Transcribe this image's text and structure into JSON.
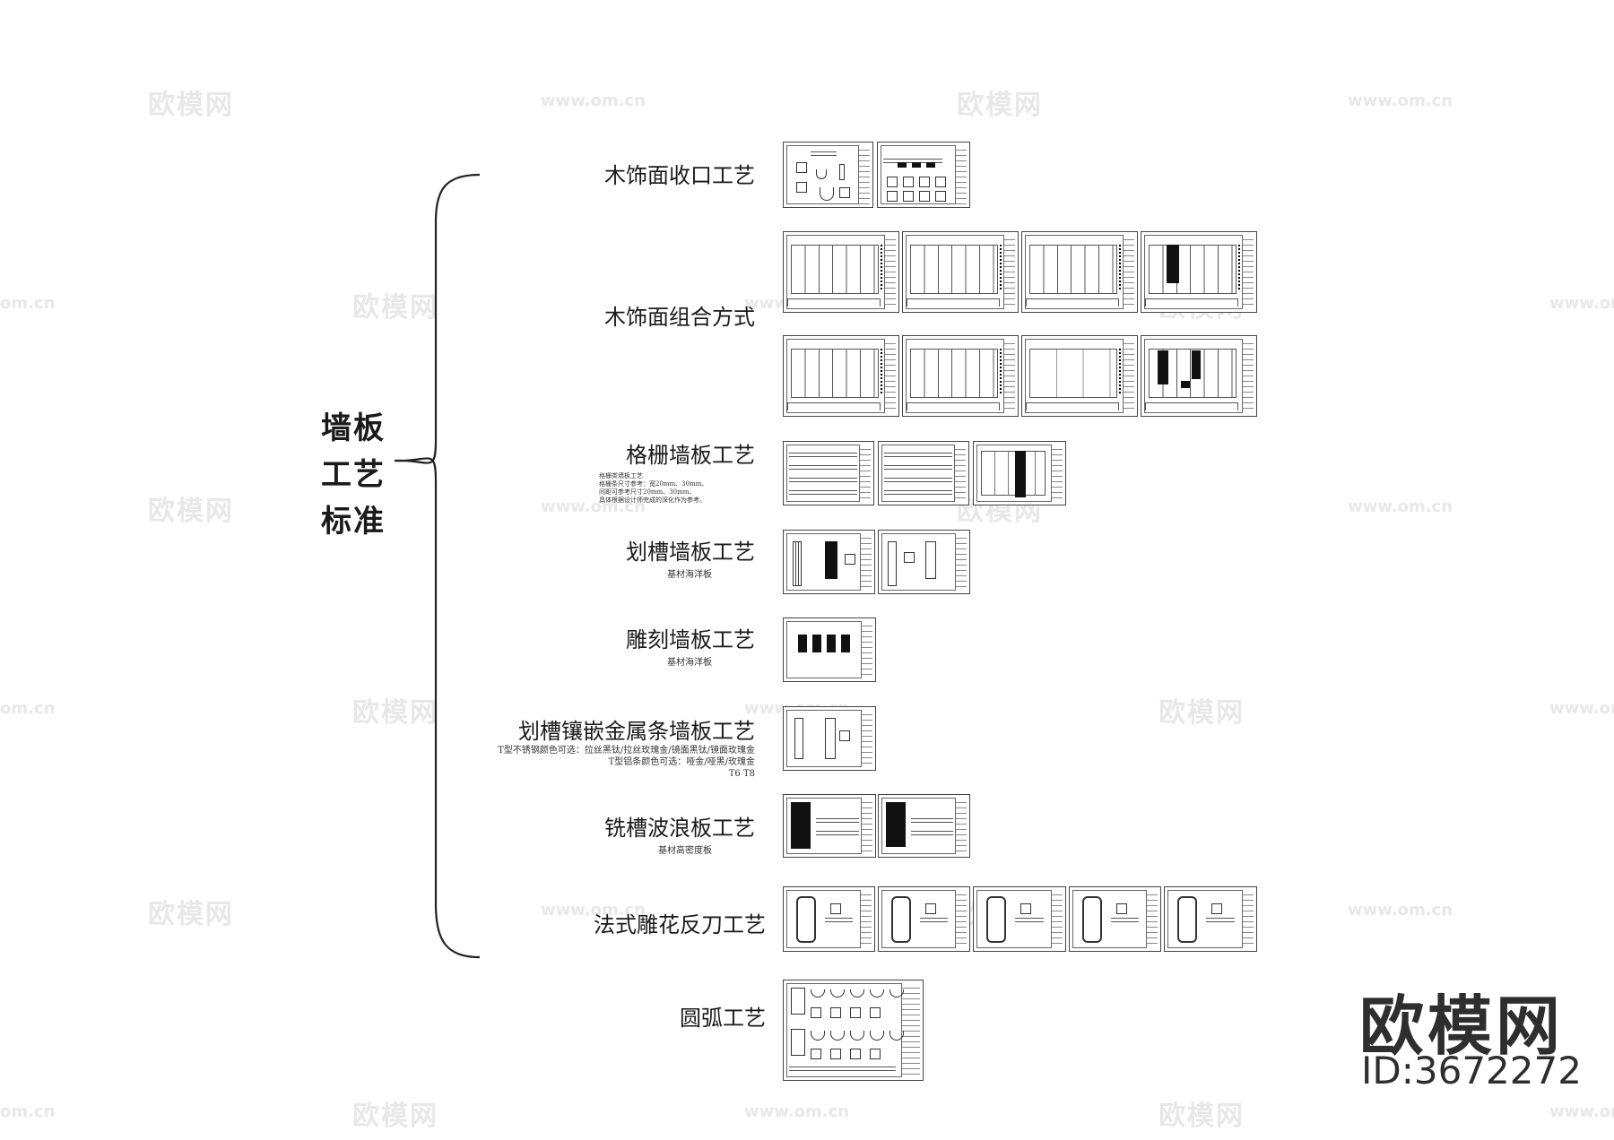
{
  "root_title": [
    "墙板",
    "工艺",
    "标准"
  ],
  "watermark": {
    "brand": "欧模网",
    "url": "www.om.cn",
    "url_edge": "om.cn"
  },
  "branches": [
    {
      "id": "wood-edge",
      "title": "木饰面收口工艺"
    },
    {
      "id": "wood-combo",
      "title": "木饰面组合方式"
    },
    {
      "id": "grille",
      "title": "格栅墙板工艺",
      "notes": [
        "格栅类墙板工艺",
        "格栅条尺寸参考：宽20mm、30mm、",
        "间距可参考尺寸20mm、30mm、",
        "具体根据设计师完成的深化作为参考。"
      ]
    },
    {
      "id": "groove",
      "title": "划槽墙板工艺",
      "notes": [
        "基材海洋板"
      ]
    },
    {
      "id": "carve",
      "title": "雕刻墙板工艺",
      "notes": [
        "基材海洋板"
      ]
    },
    {
      "id": "groove-metal",
      "title": "划槽镶嵌金属条墙板工艺",
      "notes": [
        "T型不锈钢颜色可选：拉丝黑钛/拉丝玫瑰金/镜面黑钛/镜面玫瑰金",
        "T型铝条颜色可选：哑金/哑黑/玫瑰金",
        "T6 T8"
      ]
    },
    {
      "id": "wave",
      "title": "铣槽波浪板工艺",
      "notes": [
        "基材高密度板"
      ]
    },
    {
      "id": "french",
      "title": "法式雕花反刀工艺"
    },
    {
      "id": "arc",
      "title": "圆弧工艺"
    }
  ],
  "logo": {
    "brand": "欧模网",
    "id_label": "ID:3672272"
  }
}
